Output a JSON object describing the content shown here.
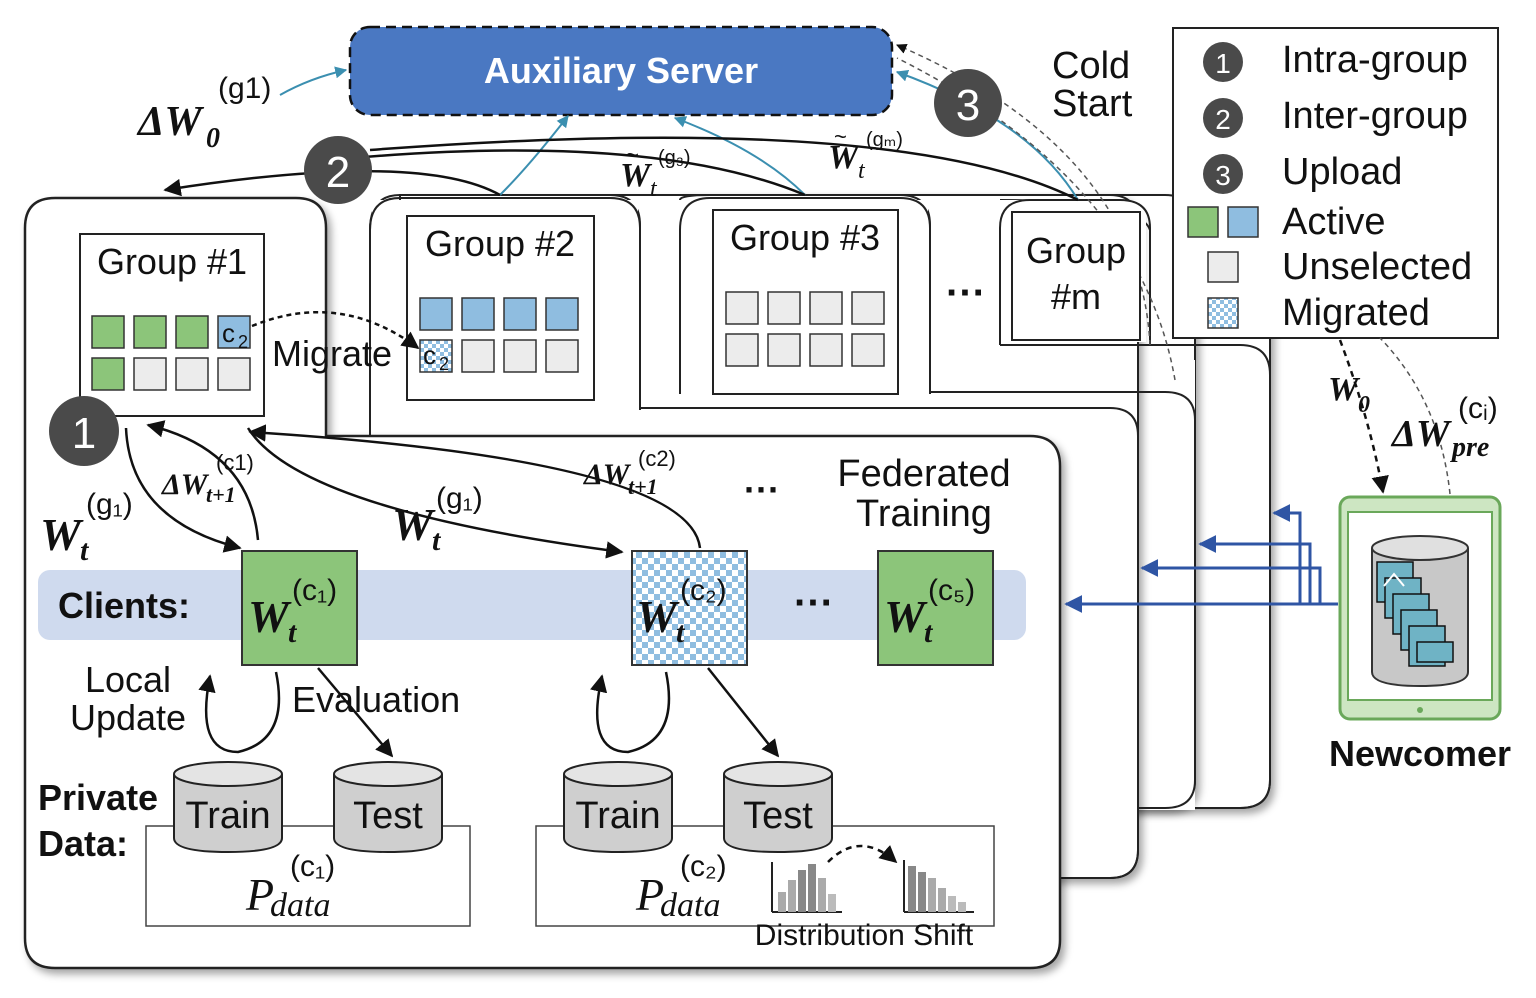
{
  "server": {
    "label": "Auxiliary Server"
  },
  "server_delta": {
    "main": "ΔW",
    "sub": "0",
    "sup": "(g1)"
  },
  "cold_start": {
    "line1": "Cold",
    "line2": "Start"
  },
  "steps": {
    "intra": "1",
    "inter": "2",
    "upload": "3"
  },
  "aggregates": {
    "g3": {
      "main": "W",
      "tilde": "~",
      "sub": "t",
      "sup": "(g₃)"
    },
    "gm": {
      "main": "W",
      "tilde": "~",
      "sub": "t",
      "sup": "(gₘ)"
    }
  },
  "groups": [
    {
      "title": "Group #1"
    },
    {
      "title": "Group #2"
    },
    {
      "title": "Group #3"
    },
    {
      "title_line1": "Group",
      "title_line2": "#m"
    }
  ],
  "ellipsis": "···",
  "migrate": {
    "label": "Migrate",
    "client": "c",
    "client_sub": "2"
  },
  "legend": {
    "items": [
      {
        "num": "1",
        "label": "Intra-group"
      },
      {
        "num": "2",
        "label": "Inter-group"
      },
      {
        "num": "3",
        "label": "Upload"
      },
      {
        "label": "Active"
      },
      {
        "label": "Unselected"
      },
      {
        "label": "Migrated"
      }
    ]
  },
  "colors": {
    "server": "#4a78c2",
    "active_green": "#8cc57a",
    "active_blue": "#8fbde0",
    "unselected": "#ececec",
    "arrow_blue": "#2f55a4",
    "teal": "#3b8fb0",
    "client_band": "#cfdaee"
  },
  "newcomer": {
    "label": "Newcomer",
    "w0": {
      "main": "W",
      "sub": "0"
    },
    "delta": {
      "main": "ΔW",
      "sub": "pre",
      "sup": "(cᵢ)"
    }
  },
  "federated": {
    "line1": "Federated",
    "line2": "Training"
  },
  "clients": {
    "label": "Clients:",
    "c1": {
      "main": "W",
      "sub": "t",
      "sup": "(c₁)"
    },
    "c2": {
      "main": "W",
      "sub": "t",
      "sup": "(c₂)"
    },
    "c5": {
      "main": "W",
      "sub": "t",
      "sup": "(c₅)"
    }
  },
  "flows": {
    "wg1_left": {
      "main": "W",
      "sub": "t",
      "sup": "(g₁)"
    },
    "wg1_mid": {
      "main": "W",
      "sub": "t",
      "sup": "(g₁)"
    },
    "dw_c1": {
      "main": "ΔW",
      "sub": "t+1",
      "sup": "(c1)"
    },
    "dw_c2": {
      "main": "ΔW",
      "sub": "t+1",
      "sup": "(c2)"
    }
  },
  "local_update": {
    "line1": "Local",
    "line2": "Update"
  },
  "evaluation": "Evaluation",
  "private_data": {
    "line1": "Private",
    "line2": "Data:"
  },
  "datasets": {
    "train": "Train",
    "test": "Test"
  },
  "pdata": {
    "c1": {
      "main": "P",
      "sub": "data",
      "sup": "(c₁)"
    },
    "c2": {
      "main": "P",
      "sub": "data",
      "sup": "(c₂)"
    }
  },
  "distribution_shift": "Distribution Shift"
}
